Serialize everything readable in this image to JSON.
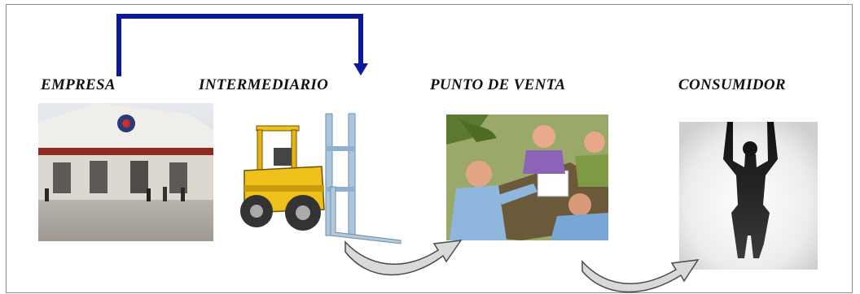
{
  "stages": [
    {
      "label": "EMPRESA",
      "image": "store-building-photo"
    },
    {
      "label": "INTERMEDIARIO",
      "image": "forklift-clipart"
    },
    {
      "label": "PUNTO DE VENTA",
      "image": "business-meeting-clipart"
    },
    {
      "label": "CONSUMIDOR",
      "image": "silhouette-raised-arms-photo"
    }
  ],
  "colors": {
    "bypass_arrow": "#0b1a9a",
    "curved_arrow_fill": "#d9d9d9",
    "curved_arrow_stroke": "#4a4a4a"
  }
}
